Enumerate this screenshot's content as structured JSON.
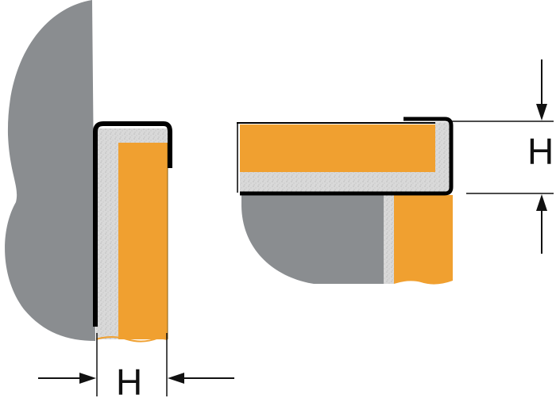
{
  "labels": {
    "left_dimension": "H",
    "right_dimension": "H"
  },
  "colors": {
    "background": "#ffffff",
    "cabinet_gray": "#8a8d90",
    "wood_orange": "#f0a030",
    "edge_profile": "#000000",
    "chipboard": "#d7d7d7",
    "dimension_line": "#111111"
  },
  "views": {
    "left": {
      "orientation": "vertical"
    },
    "right": {
      "orientation": "horizontal"
    }
  }
}
